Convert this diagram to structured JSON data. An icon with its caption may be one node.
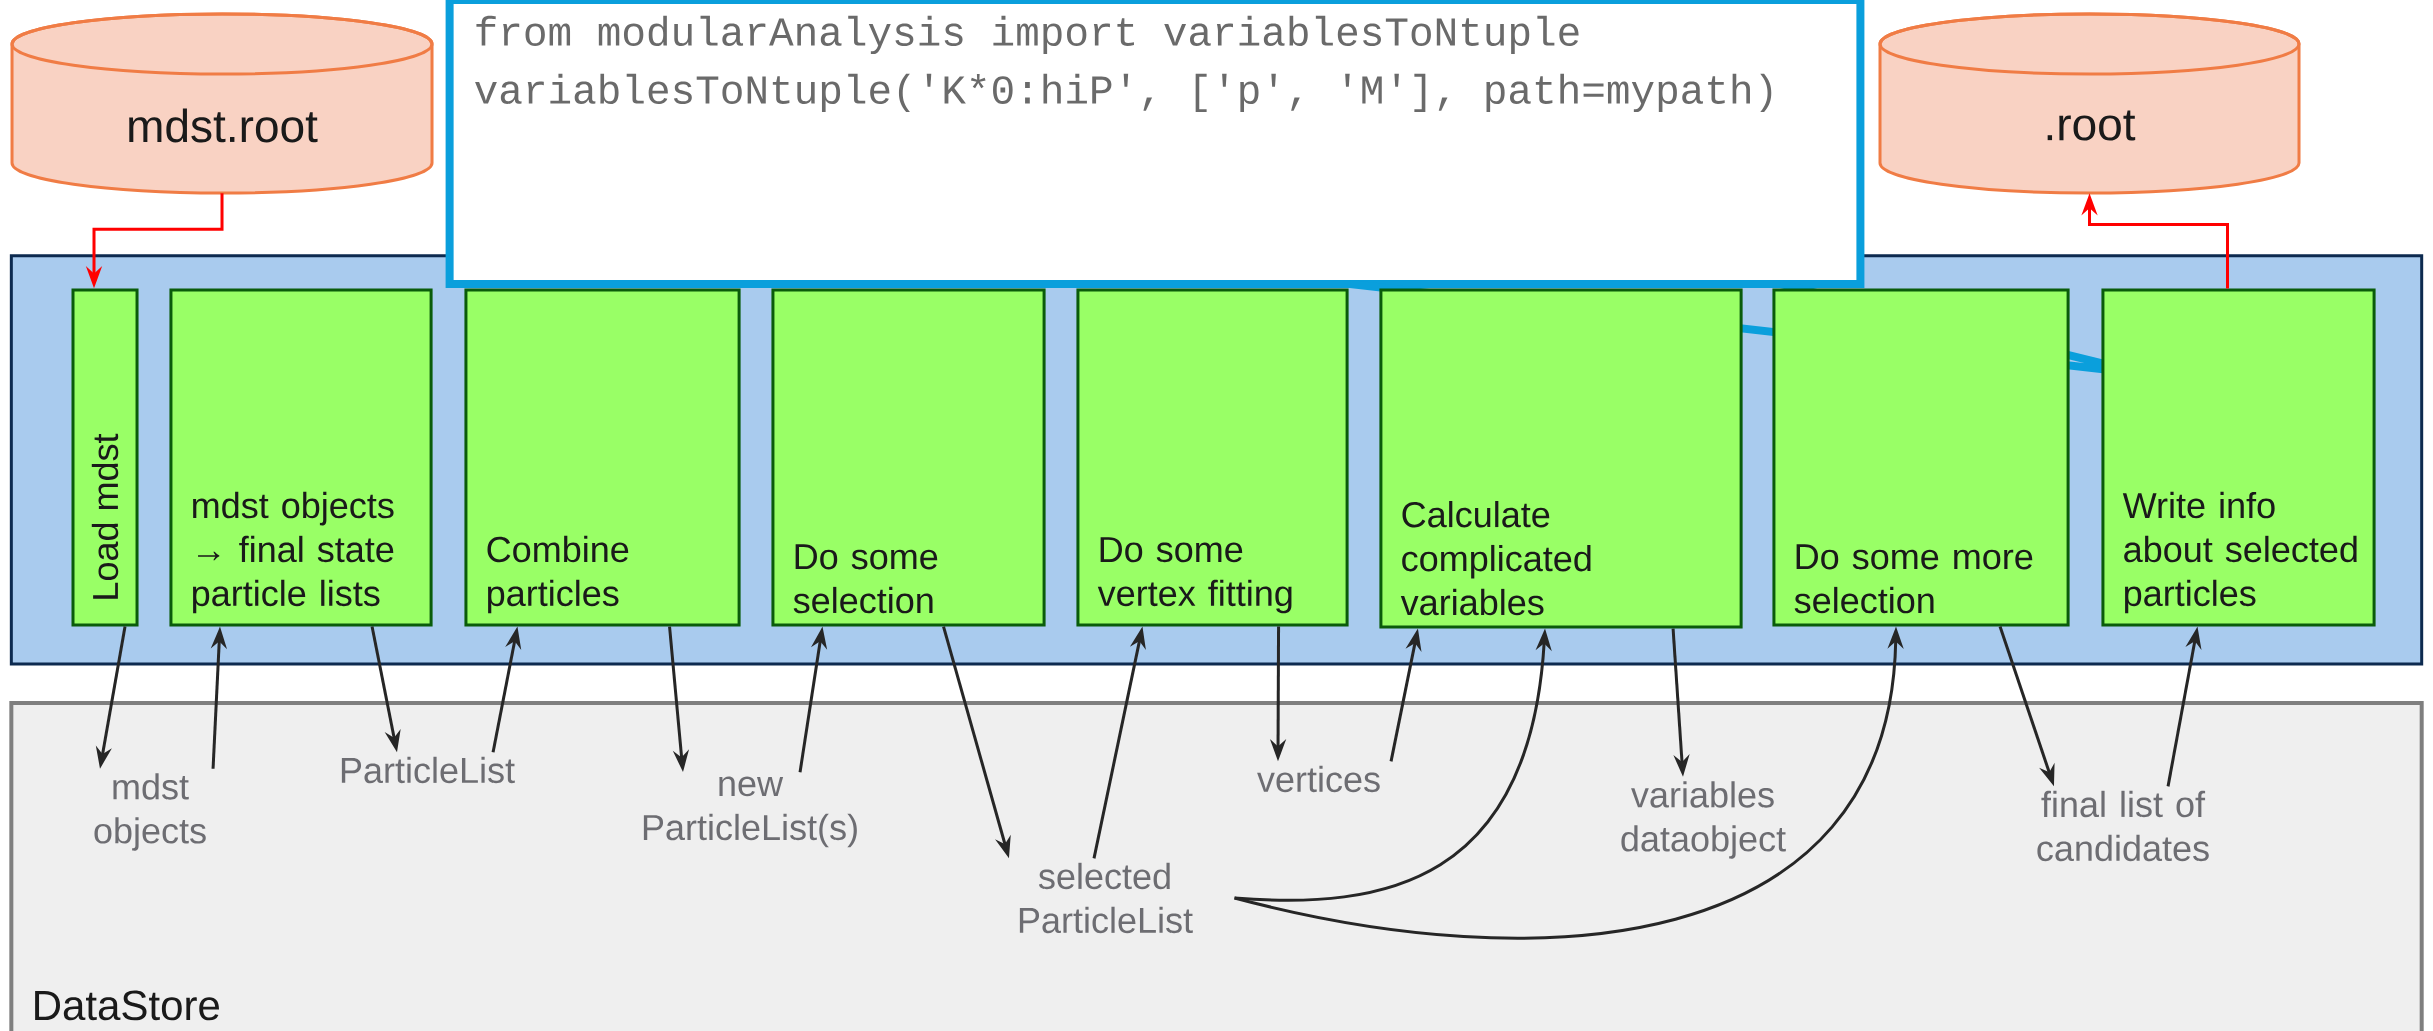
{
  "diagram": {
    "nodes": [
      {
        "text": [
          "mdst.root"
        ]
      },
      {
        "text": [
          ".root"
        ]
      },
      {
        "text": [
          "from modularAnalysis import variablesToNtuple",
          "variablesToNtuple('K*0:hiP', ['p', 'M'], path=mypath)"
        ]
      },
      {
        "text": [],
        "shape": "box"
      },
      {
        "text": [
          "DataStore"
        ]
      },
      {
        "text": [
          "Load mdst"
        ],
        "in": 3
      },
      {
        "text": [
          "mdst objects → final state particle lists"
        ],
        "in": 3
      },
      {
        "text": [
          "Combine particles"
        ],
        "in": 3
      },
      {
        "text": [
          "Do some selection"
        ],
        "in": 3
      },
      {
        "text": [
          "Do some vertex fitting"
        ],
        "in": 3
      },
      {
        "text": [
          "Calculate complicated variables"
        ],
        "in": 3
      },
      {
        "text": [
          "Do some more selection"
        ],
        "in": 3
      },
      {
        "text": [
          "Write info about selected particles"
        ],
        "in": 3
      },
      {
        "text": [
          "mdst objects"
        ],
        "in": 4
      },
      {
        "text": [
          "ParticleList"
        ],
        "in": 4
      },
      {
        "text": [
          "new ParticleList(s)"
        ],
        "in": 4
      },
      {
        "text": [
          "selected ParticleList"
        ],
        "in": 4
      },
      {
        "text": [
          "vertices"
        ],
        "in": 4
      },
      {
        "text": [
          "variables dataobject"
        ],
        "in": 4
      },
      {
        "text": [
          "final list of candidates"
        ],
        "in": 4
      }
    ],
    "edges": [
      {
        "from": 0,
        "to": 5,
        "arrow": "to",
        "color": "#ff0000"
      },
      {
        "from": 12,
        "to": 1,
        "arrow": "to",
        "color": "#ff0000"
      },
      {
        "from": 5,
        "to": 13,
        "arrow": "to"
      },
      {
        "from": 13,
        "to": 6,
        "arrow": "to"
      },
      {
        "from": 6,
        "to": 14,
        "arrow": "to"
      },
      {
        "from": 14,
        "to": 7,
        "arrow": "to"
      },
      {
        "from": 7,
        "to": 15,
        "arrow": "to"
      },
      {
        "from": 15,
        "to": 8,
        "arrow": "to"
      },
      {
        "from": 8,
        "to": 16,
        "arrow": "to"
      },
      {
        "from": 16,
        "to": 9,
        "arrow": "to"
      },
      {
        "from": 9,
        "to": 17,
        "arrow": "to"
      },
      {
        "from": 17,
        "to": 10,
        "arrow": "to"
      },
      {
        "from": 16,
        "to": 10,
        "arrow": "to"
      },
      {
        "from": 10,
        "to": 18,
        "arrow": "to"
      },
      {
        "from": 16,
        "to": 11,
        "arrow": "to"
      },
      {
        "from": 11,
        "to": 19,
        "arrow": "to"
      },
      {
        "from": 19,
        "to": 12,
        "arrow": "to"
      }
    ]
  }
}
